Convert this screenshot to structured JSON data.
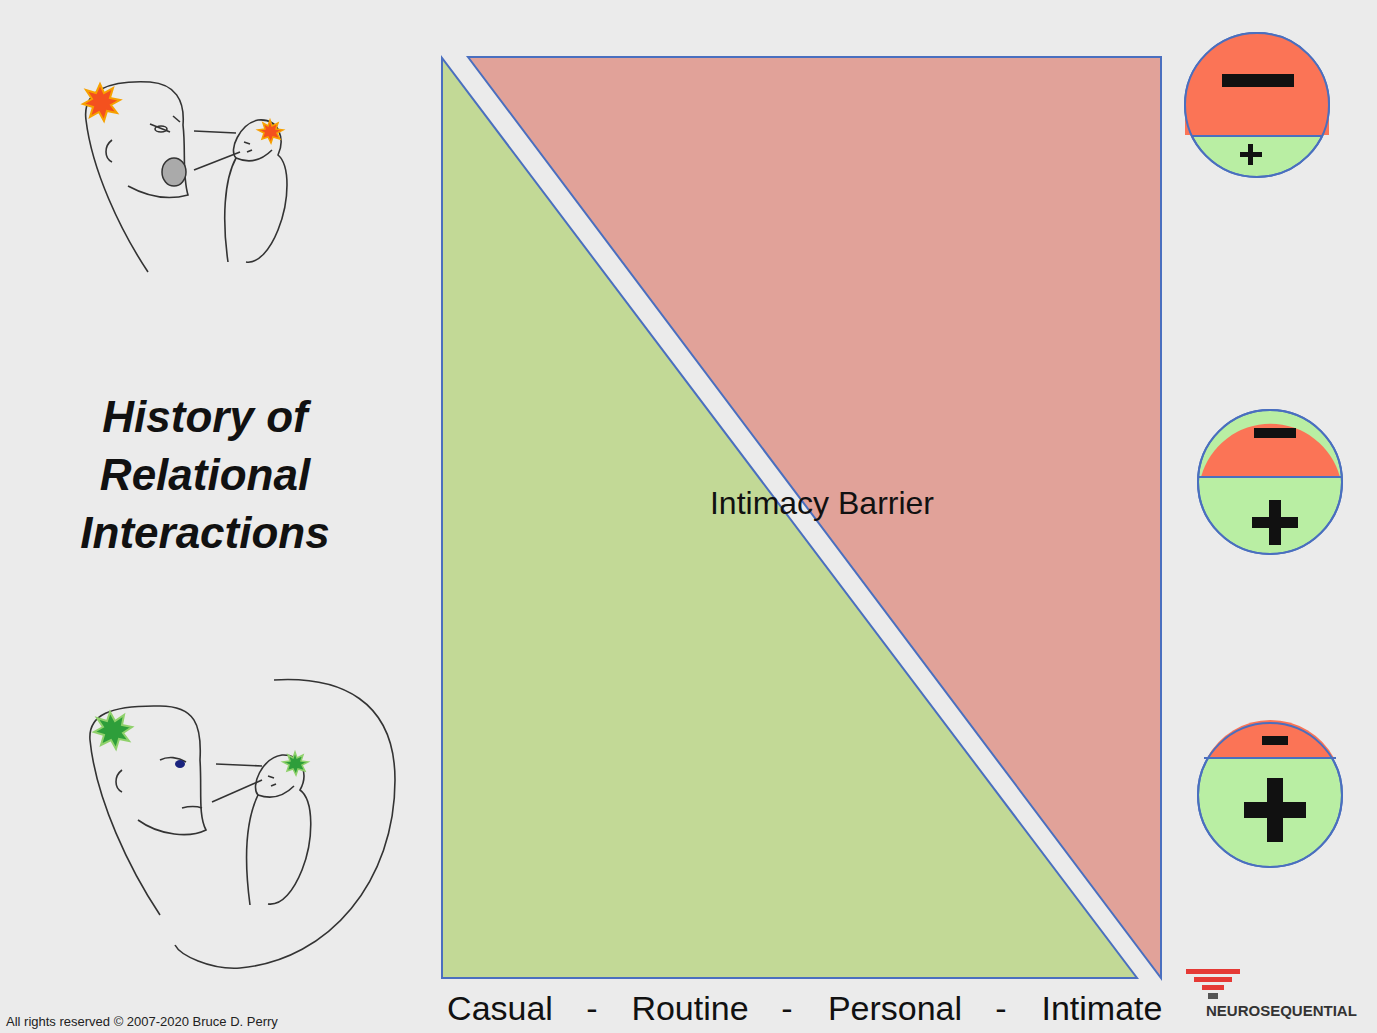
{
  "diagram": {
    "title": "History of Relational Interactions",
    "labels": [
      "Intimacy Barrier",
      "Casual",
      "-",
      "Routine",
      "-",
      "Personal",
      "-",
      "Intimate",
      "All rights reserved © 2007-2020 Bruce D. Perry",
      "NEUROSEQUENTIAL"
    ]
  }
}
